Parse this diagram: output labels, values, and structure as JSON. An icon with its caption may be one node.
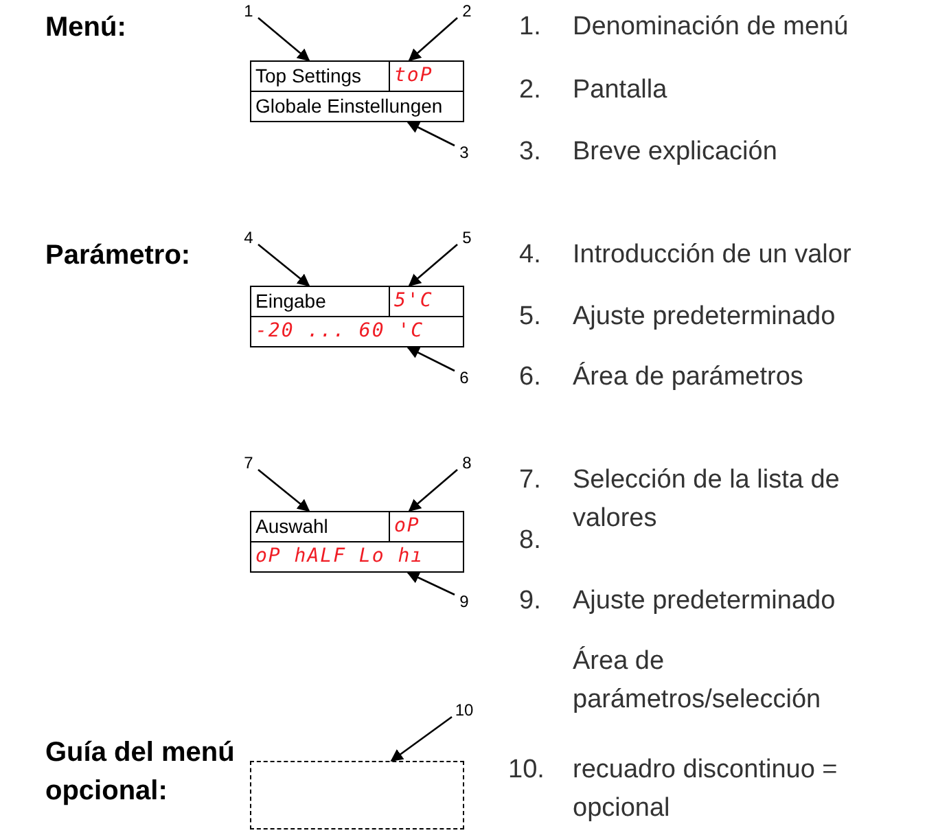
{
  "diagram": {
    "nodes": [
      {
        "text": [
          "1"
        ]
      },
      {
        "text": [
          "2"
        ]
      },
      {
        "text": [
          "Top Settings"
        ]
      },
      {
        "text": [
          "toP"
        ]
      },
      {
        "text": [
          "Globale Einstellungen"
        ]
      },
      {
        "text": [
          "3"
        ]
      },
      {
        "text": [
          "4"
        ]
      },
      {
        "text": [
          "5"
        ]
      },
      {
        "text": [
          "Eingabe"
        ]
      },
      {
        "text": [
          "5'C"
        ]
      },
      {
        "text": [
          "-20 ... 60 'C"
        ]
      },
      {
        "text": [
          "6"
        ]
      },
      {
        "text": [
          "7"
        ]
      },
      {
        "text": [
          "8"
        ]
      },
      {
        "text": [
          "Auswahl"
        ]
      },
      {
        "text": [
          "oP"
        ]
      },
      {
        "text": [
          "oP hALF Lo hı"
        ]
      },
      {
        "text": [
          "9"
        ]
      },
      {
        "text": [
          "10"
        ]
      },
      {
        "text": [],
        "shape": "box"
      }
    ],
    "edges": [
      {
        "from": 0,
        "to": 2,
        "arrow": "to"
      },
      {
        "from": 1,
        "to": 3,
        "arrow": "to"
      },
      {
        "from": 5,
        "to": 4,
        "arrow": "to"
      },
      {
        "from": 6,
        "to": 8,
        "arrow": "to"
      },
      {
        "from": 7,
        "to": 9,
        "arrow": "to"
      },
      {
        "from": 11,
        "to": 10,
        "arrow": "to"
      },
      {
        "from": 12,
        "to": 14,
        "arrow": "to"
      },
      {
        "from": 13,
        "to": 15,
        "arrow": "to"
      },
      {
        "from": 17,
        "to": 16,
        "arrow": "to"
      },
      {
        "from": 18,
        "to": 19,
        "arrow": "to"
      }
    ],
    "labels": [
      "Menú:",
      "1.",
      "Denominación de menú",
      "2.",
      "Pantalla",
      "3.",
      "Breve explicación",
      "Parámetro:",
      "4.",
      "Introducción de un valor",
      "5.",
      "Ajuste predeterminado",
      "6.",
      "Área de parámetros",
      "7.",
      "Selección de la lista de valores",
      "8.",
      "9.",
      "Ajuste predeterminado",
      "Área de parámetros/selección",
      "Guía del menú opcional:",
      "10.",
      "recuadro discontinuo = opcional"
    ]
  }
}
